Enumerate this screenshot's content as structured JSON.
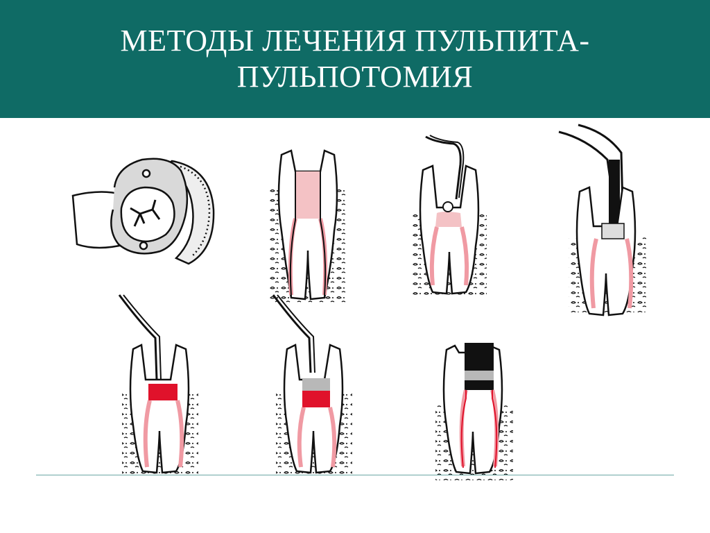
{
  "slide": {
    "title_lines": [
      "МЕТОДЫ ЛЕЧЕНИЯ ПУЛЬПИТА-",
      "ПУЛЬПОТОМИЯ"
    ]
  },
  "colors": {
    "title_bar": "#0f6b65",
    "title_text": "#ffffff",
    "pulp_red": "#e0122b",
    "pulp_pink": "#f4c2c5",
    "liner_gray": "#b8b8b8",
    "filling_black": "#111111",
    "rule": "#6aa7a3"
  },
  "figures": [
    {
      "name": "rubber-dam-isolation",
      "step": 1
    },
    {
      "name": "cavity-opening",
      "step": 2
    },
    {
      "name": "coronal-pulp-excavation",
      "step": 3
    },
    {
      "name": "bur-pulp-amputation",
      "step": 4
    },
    {
      "name": "medicament-on-stumps",
      "step": 5
    },
    {
      "name": "liner-placement",
      "step": 6
    },
    {
      "name": "final-restoration",
      "step": 7
    }
  ]
}
